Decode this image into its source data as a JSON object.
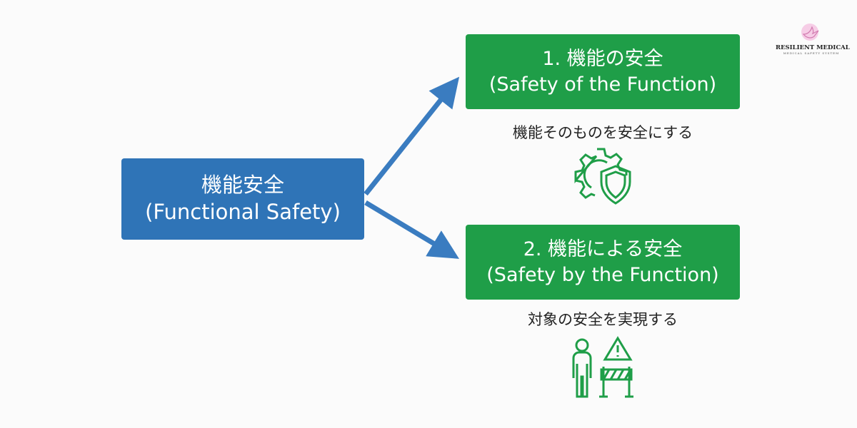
{
  "root": {
    "line1": "機能安全",
    "line2": "(Functional Safety)"
  },
  "branches": [
    {
      "line1": "1. 機能の安全",
      "line2": "(Safety of the Function)",
      "caption": "機能そのものを安全にする",
      "icon": "gear-shield-icon"
    },
    {
      "line1": "2. 機能による安全",
      "line2": "(Safety by the Function)",
      "caption": "対象の安全を実現する",
      "icon": "person-barrier-warning-icon"
    }
  ],
  "logo": {
    "title": "RESILIENT MEDICAL",
    "subtitle": "MEDICAL SAFETY SYSTEM"
  },
  "colors": {
    "blue": "#2f74b7",
    "green": "#1f9e48",
    "arrow": "#3a7cc0"
  }
}
